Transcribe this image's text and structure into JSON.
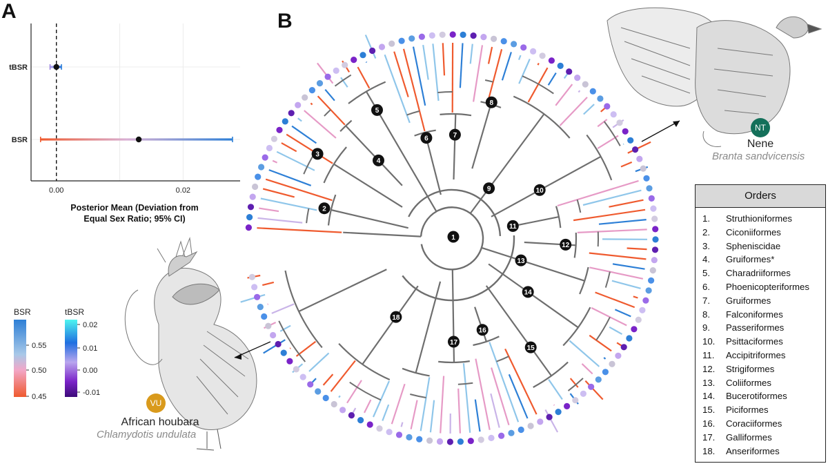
{
  "panel_labels": {
    "a": "A",
    "b": "B"
  },
  "chart_data": [
    {
      "type": "scatter",
      "name": "posterior-estimates",
      "categories": [
        "tBSR",
        "BSR"
      ],
      "points": [
        {
          "label": "tBSR",
          "mean": 0.0,
          "ci": [
            -0.001,
            0.0008
          ]
        },
        {
          "label": "BSR",
          "mean": 0.013,
          "ci": [
            -0.0025,
            0.0278
          ]
        }
      ],
      "xlim": [
        -0.004,
        0.029
      ],
      "xticks": [
        "0.00",
        "0.02"
      ],
      "xtick_values": [
        0.0,
        0.02
      ],
      "reference_line": 0,
      "xlabel": "Posterior Mean (Deviation from Equal Sex Ratio; 95% CI)",
      "grid": true
    },
    {
      "type": "tree",
      "name": "circular-phylogeny",
      "tip_count": 120,
      "node_labels": [
        "1",
        "2",
        "3",
        "4",
        "5",
        "6",
        "7",
        "8",
        "9",
        "10",
        "11",
        "12",
        "13",
        "14",
        "15",
        "16",
        "17",
        "18"
      ]
    }
  ],
  "axis": {
    "xlabel_line1": "Posterior Mean (Deviation from",
    "xlabel_line2": "Equal Sex Ratio; 95% CI)",
    "tick_0": "0.00",
    "tick_1": "0.02",
    "cat_0": "tBSR",
    "cat_1": "BSR"
  },
  "legend": {
    "bsr": {
      "title": "BSR",
      "ticks": [
        "0.55",
        "0.50",
        "0.45"
      ],
      "colors": [
        "#2d7fd6",
        "#a8c8e8",
        "#f2a7c8",
        "#ef5a2e"
      ]
    },
    "tbsr": {
      "title": "tBSR",
      "ticks": [
        "0.02",
        "0.01",
        "0.00",
        "-0.01"
      ],
      "colors": [
        "#4ef5f0",
        "#1f6fe0",
        "#b9a6ee",
        "#7a23c8",
        "#3c0a78"
      ]
    }
  },
  "orders": {
    "title": "Orders",
    "items": [
      {
        "num": "1.",
        "name": "Struthioniformes"
      },
      {
        "num": "2.",
        "name": "Ciconiiformes"
      },
      {
        "num": "3.",
        "name": "Spheniscidae"
      },
      {
        "num": "4.",
        "name": "Gruiformes*"
      },
      {
        "num": "5.",
        "name": "Charadriiformes"
      },
      {
        "num": "6.",
        "name": "Phoenicopteriformes"
      },
      {
        "num": "7.",
        "name": "Gruiformes"
      },
      {
        "num": "8.",
        "name": "Falconiformes"
      },
      {
        "num": "9.",
        "name": "Passeriformes"
      },
      {
        "num": "10.",
        "name": "Psittaciformes"
      },
      {
        "num": "11.",
        "name": "Accipitriformes"
      },
      {
        "num": "12.",
        "name": "Strigiformes"
      },
      {
        "num": "13.",
        "name": "Coliiformes"
      },
      {
        "num": "14.",
        "name": "Bucerotiformes"
      },
      {
        "num": "15.",
        "name": "Piciformes"
      },
      {
        "num": "16.",
        "name": "Coraciiformes"
      },
      {
        "num": "17.",
        "name": "Galliformes"
      },
      {
        "num": "18.",
        "name": "Anseriformes"
      }
    ]
  },
  "birds": {
    "nene": {
      "common": "Nene",
      "scientific": "Branta sandvicensis",
      "status": "NT",
      "status_color": "#14705a"
    },
    "houbara": {
      "common": "African houbara",
      "scientific": "Chlamydotis undulata",
      "status": "VU",
      "status_color": "#d99a1c"
    }
  },
  "colors": {
    "branch_gray": "#6e6e6e",
    "red": "#ef5a2e",
    "pink": "#e69ac6",
    "lightblue": "#8fc6ea",
    "blue": "#2d7fd6",
    "lilac": "#c9b4e8"
  }
}
